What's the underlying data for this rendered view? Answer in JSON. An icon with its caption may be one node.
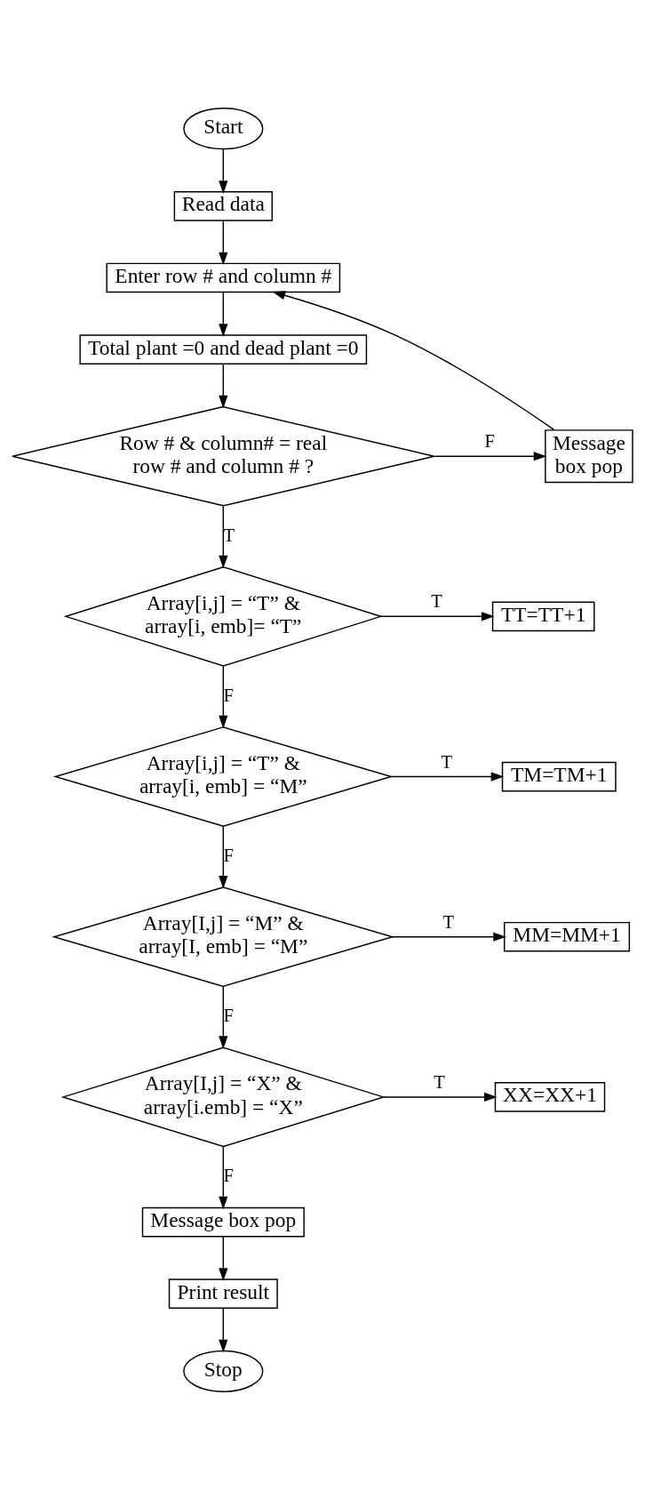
{
  "diagram": {
    "nodes": [
      {
        "text": [
          "Start"
        ]
      },
      {
        "text": [
          "Read data"
        ]
      },
      {
        "text": [
          "Enter row # and column #"
        ]
      },
      {
        "text": [
          "Total plant =0 and dead plant =0"
        ]
      },
      {
        "text": [
          "Row # & column# = real row # and column # ?"
        ]
      },
      {
        "text": [
          "Message box pop"
        ]
      },
      {
        "text": [
          "Array[i,j] = “T” & array[i, emb]= “T”"
        ]
      },
      {
        "text": [
          "TT=TT+1"
        ]
      },
      {
        "text": [
          "Array[i,j] = “T” & array[i, emb] = “M”"
        ]
      },
      {
        "text": [
          "TM=TM+1"
        ]
      },
      {
        "text": [
          "Array[I,j] = “M” & array[I, emb] = “M”"
        ]
      },
      {
        "text": [
          "MM=MM+1"
        ]
      },
      {
        "text": [
          "Array[I,j] = “X” & array[i.emb] = “X”"
        ]
      },
      {
        "text": [
          "XX=XX+1"
        ]
      },
      {
        "text": [
          "Message box pop"
        ]
      },
      {
        "text": [
          "Print result"
        ]
      },
      {
        "text": [
          "Stop"
        ]
      }
    ],
    "edges": [
      {
        "from": 0,
        "to": 1,
        "arrow": "to"
      },
      {
        "from": 1,
        "to": 2,
        "arrow": "to"
      },
      {
        "from": 2,
        "to": 3,
        "arrow": "to"
      },
      {
        "from": 3,
        "to": 4,
        "arrow": "to"
      },
      {
        "from": 4,
        "to": 5,
        "arrow": "to",
        "label": "F"
      },
      {
        "from": 5,
        "to": 2,
        "arrow": "to"
      },
      {
        "from": 4,
        "to": 6,
        "arrow": "to",
        "label": "T"
      },
      {
        "from": 6,
        "to": 7,
        "arrow": "to",
        "label": "T"
      },
      {
        "from": 6,
        "to": 8,
        "arrow": "to",
        "label": "F"
      },
      {
        "from": 8,
        "to": 9,
        "arrow": "to",
        "label": "T"
      },
      {
        "from": 8,
        "to": 10,
        "arrow": "to",
        "label": "F"
      },
      {
        "from": 10,
        "to": 11,
        "arrow": "to",
        "label": "T"
      },
      {
        "from": 10,
        "to": 12,
        "arrow": "to",
        "label": "F"
      },
      {
        "from": 12,
        "to": 13,
        "arrow": "to",
        "label": "T"
      },
      {
        "from": 12,
        "to": 14,
        "arrow": "to",
        "label": "F"
      },
      {
        "from": 14,
        "to": 15,
        "arrow": "to"
      },
      {
        "from": 15,
        "to": 16,
        "arrow": "to"
      }
    ]
  }
}
